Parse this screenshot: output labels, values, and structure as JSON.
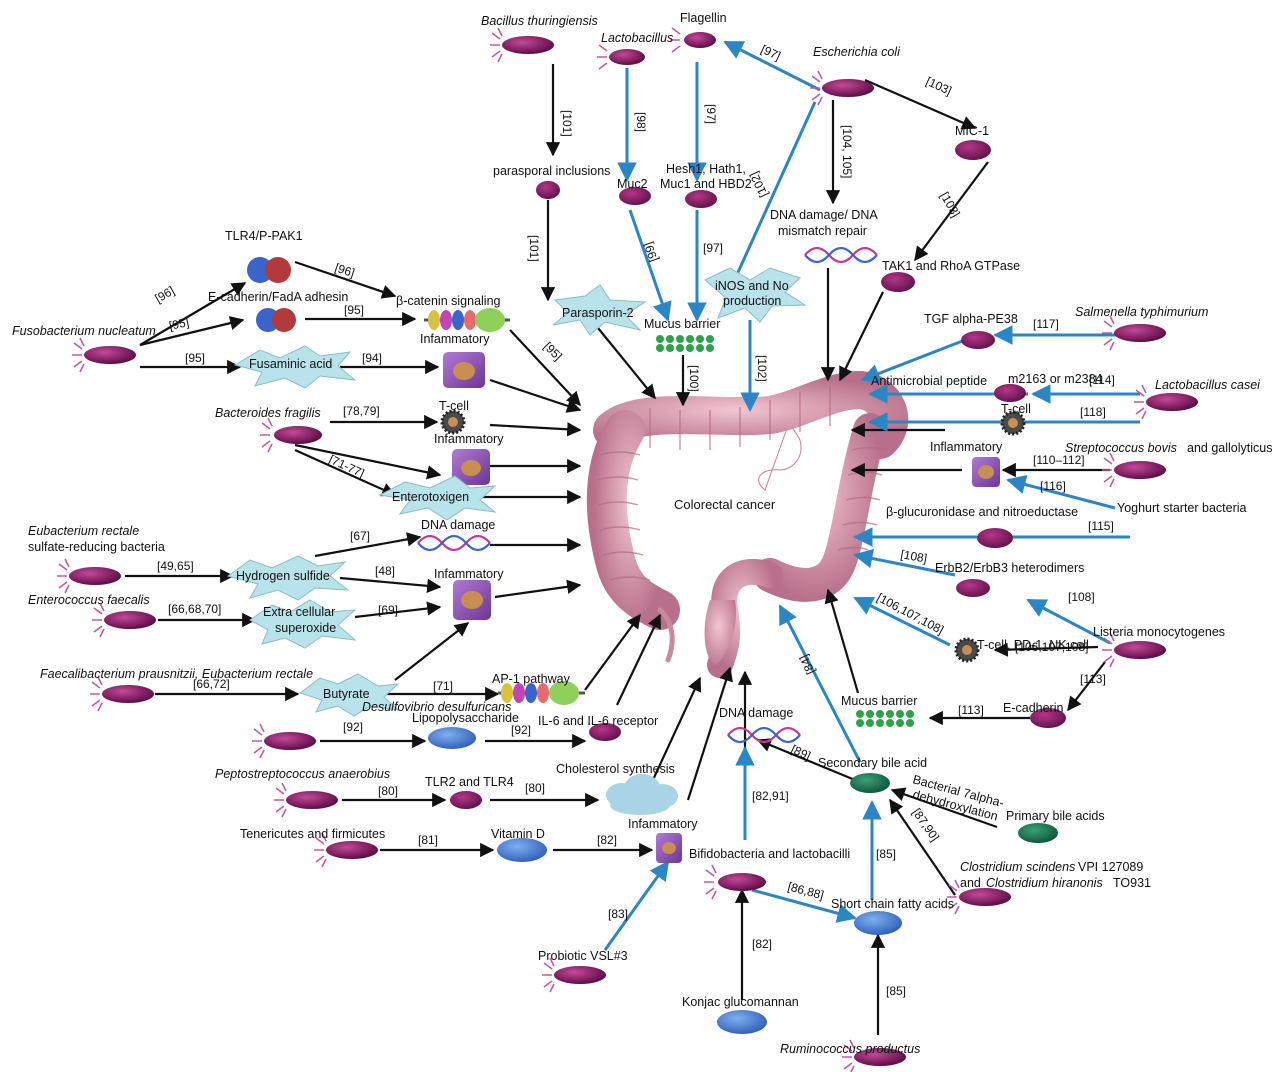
{
  "diagram": {
    "center_label": "Colorectal cancer",
    "colors": {
      "black_arrow": "#111111",
      "blue_arrow": "#2b86c5",
      "bacterium": "#7a1a5c",
      "flagella": "#c35aa0",
      "protein": "#8a1f66",
      "blue_protein": "#3a6fc9",
      "green_protein": "#14694a",
      "star": "#b9e3ea",
      "cell": "#8c4fb0",
      "colon": "#d99aaa"
    },
    "labels": [
      {
        "text": "Bacillus thuringiensis",
        "italic": true
      },
      {
        "text": "Flagellin",
        "italic": false
      },
      {
        "text": "Lactobacillus",
        "italic": true
      },
      {
        "text": "Escherichia coli",
        "italic": true
      },
      {
        "text": "MIC-1",
        "italic": false
      },
      {
        "text": "parasporal inclusions",
        "italic": false
      },
      {
        "text": "Hesh1, Hath1,",
        "italic": false
      },
      {
        "text": "Muc1 and HBD2",
        "italic": false
      },
      {
        "text": "Muc2",
        "italic": false
      },
      {
        "text": "DNA damage/ DNA",
        "italic": false
      },
      {
        "text": "mismatch repair",
        "italic": false
      },
      {
        "text": "TLR4/P-PAK1",
        "italic": false
      },
      {
        "text": "E-cadherin/FadA adhesin",
        "italic": false
      },
      {
        "text": "β-catenin signaling",
        "italic": false
      },
      {
        "text": "Fusobacterium nucleatum",
        "italic": true
      },
      {
        "text": "Parasporin-2",
        "italic": false
      },
      {
        "text": "Mucus barrier",
        "italic": false
      },
      {
        "text": "iNOS and No",
        "italic": false
      },
      {
        "text": "production",
        "italic": false
      },
      {
        "text": "TAK1 and RhoA GTPase",
        "italic": false
      },
      {
        "text": "TGF alpha-PE38",
        "italic": false
      },
      {
        "text": "Salmenella typhimurium",
        "italic": true
      },
      {
        "text": "Fusaminic acid",
        "italic": false
      },
      {
        "text": "Infammatory",
        "italic": false
      },
      {
        "text": "Antimicrobial peptide",
        "italic": false
      },
      {
        "text": "m2163 or m2384",
        "italic": false
      },
      {
        "text": "Lactobacillus casei",
        "italic": true
      },
      {
        "text": "Bacteroides fragilis",
        "italic": true
      },
      {
        "text": "T-cell",
        "italic": false
      },
      {
        "text": "T-cell",
        "italic": false
      },
      {
        "text": "Infammatory",
        "italic": false
      },
      {
        "text": "Inflammatory",
        "italic": false
      },
      {
        "text": "Streptococcus bovis",
        "italic": true
      },
      {
        "text": "and gallolyticus",
        "italic": false
      },
      {
        "text": "Enterotoxigen",
        "italic": false
      },
      {
        "text": "Colorectal cancer",
        "italic": false
      },
      {
        "text": "Yoghurt starter bacteria",
        "italic": false
      },
      {
        "text": "Eubacterium rectale",
        "italic": true
      },
      {
        "text": "sulfate-reducing bacteria",
        "italic": false
      },
      {
        "text": "DNA damage",
        "italic": false
      },
      {
        "text": "β-glucuronidase and nitroeductase",
        "italic": false
      },
      {
        "text": "Hydrogen sulfide",
        "italic": false
      },
      {
        "text": "Infammatory",
        "italic": false
      },
      {
        "text": "ErbB2/ErbB3 heterodimers",
        "italic": false
      },
      {
        "text": "Enterococcus faecalis",
        "italic": true
      },
      {
        "text": "Extra cellular",
        "italic": false
      },
      {
        "text": "superoxide",
        "italic": false
      },
      {
        "text": "T-cell, PD-1, NK cell",
        "italic": false
      },
      {
        "text": "Listeria monocytogenes",
        "italic": false
      },
      {
        "text": "Faecalibacterium prausnitzii, Eubacterium rectale",
        "italic": true
      },
      {
        "text": "Butyrate",
        "italic": false
      },
      {
        "text": "AP-1 pathway",
        "italic": false
      },
      {
        "text": "Desulfovibrio desulfuricans",
        "italic": true
      },
      {
        "text": "Mucus barrier",
        "italic": false
      },
      {
        "text": "E-cadherin",
        "italic": false
      },
      {
        "text": "Lipopolysaccharide",
        "italic": false
      },
      {
        "text": "IL-6 and IL-6 receptor",
        "italic": false
      },
      {
        "text": "DNA damage",
        "italic": false
      },
      {
        "text": "Secondary bile acid",
        "italic": false
      },
      {
        "text": "Peptostreptococcus anaerobius",
        "italic": true
      },
      {
        "text": "TLR2 and TLR4",
        "italic": false
      },
      {
        "text": "Cholesterol synthesis",
        "italic": false
      },
      {
        "text": "Bacterial 7alpha-",
        "italic": false
      },
      {
        "text": "dehydroxylation",
        "italic": false
      },
      {
        "text": "Primary bile acids",
        "italic": false
      },
      {
        "text": "Tenericutes and firmicutes",
        "italic": false
      },
      {
        "text": "Vitamin D",
        "italic": false
      },
      {
        "text": "Infammatory",
        "italic": false
      },
      {
        "text": "Bifidobacteria and lactobacilli",
        "italic": false
      },
      {
        "text": "Clostridium scindens",
        "italic": true
      },
      {
        "text": "VPI 127089",
        "italic": false
      },
      {
        "text": "and",
        "italic": false
      },
      {
        "text": "Clostridium hiranonis",
        "italic": true
      },
      {
        "text": "TO931",
        "italic": false
      },
      {
        "text": "Short chain fatty acids",
        "italic": false
      },
      {
        "text": "Probiotic VSL#3",
        "italic": false
      },
      {
        "text": "Konjac glucomannan",
        "italic": false
      },
      {
        "text": "Ruminococcus productus",
        "italic": true
      }
    ],
    "references": [
      "[97]",
      "[103]",
      "[101]",
      "[98]",
      "[97]",
      "[104, 105]",
      "[102]",
      "[103]",
      "[101]",
      "[99]",
      "[97]",
      "[96]",
      "[96]",
      "[95]",
      "[95]",
      "[95]",
      "[95]",
      "[100]",
      "[102]",
      "[117]",
      "[94]",
      "[114]",
      "[78,79]",
      "[118]",
      "[71-77]",
      "[110–112]",
      "[116]",
      "[67]",
      "[115]",
      "[49,65]",
      "[48]",
      "[108]",
      "[69]",
      "[66,68,70]",
      "[108]",
      "[106,107,108]",
      "[106,107,108]",
      "[66,72]",
      "[71]",
      "[84]",
      "[113]",
      "[92]",
      "[92]",
      "[113]",
      "[89]",
      "[80]",
      "[80]",
      "[87,90]",
      "[82,91]",
      "[81]",
      "[82]",
      "[85]",
      "[86,88]",
      "[83]",
      "[82]",
      "[85]"
    ]
  }
}
